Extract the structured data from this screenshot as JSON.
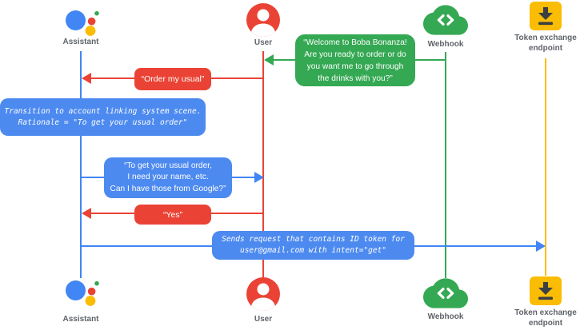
{
  "actors": {
    "assistant": {
      "label": "Assistant"
    },
    "user": {
      "label": "User"
    },
    "webhook": {
      "label": "Webhook"
    },
    "token_endpoint": {
      "label": "Token exchange\nendpoint"
    }
  },
  "messages": {
    "welcome": "“Welcome to Boba Bonanza!\nAre you ready to order or do\nyou want me to go through\nthe drinks with you?”",
    "order_my_usual": "“Order my usual”",
    "transition_note": "Transition to account linking system scene.\nRationale = \"To get your usual order\"",
    "ask_for_info": "“To get your usual order,\nI need your name, etc.\nCan I have those from Google?”",
    "yes": "“Yes”",
    "sends_request": "Sends request that contains ID token for\nuser@gmail.com with intent=\"get\""
  },
  "colors": {
    "blue": "#4285F4",
    "red": "#EA4335",
    "green": "#34A853",
    "yellow": "#FBBC04",
    "label_gray": "#5F6368"
  }
}
